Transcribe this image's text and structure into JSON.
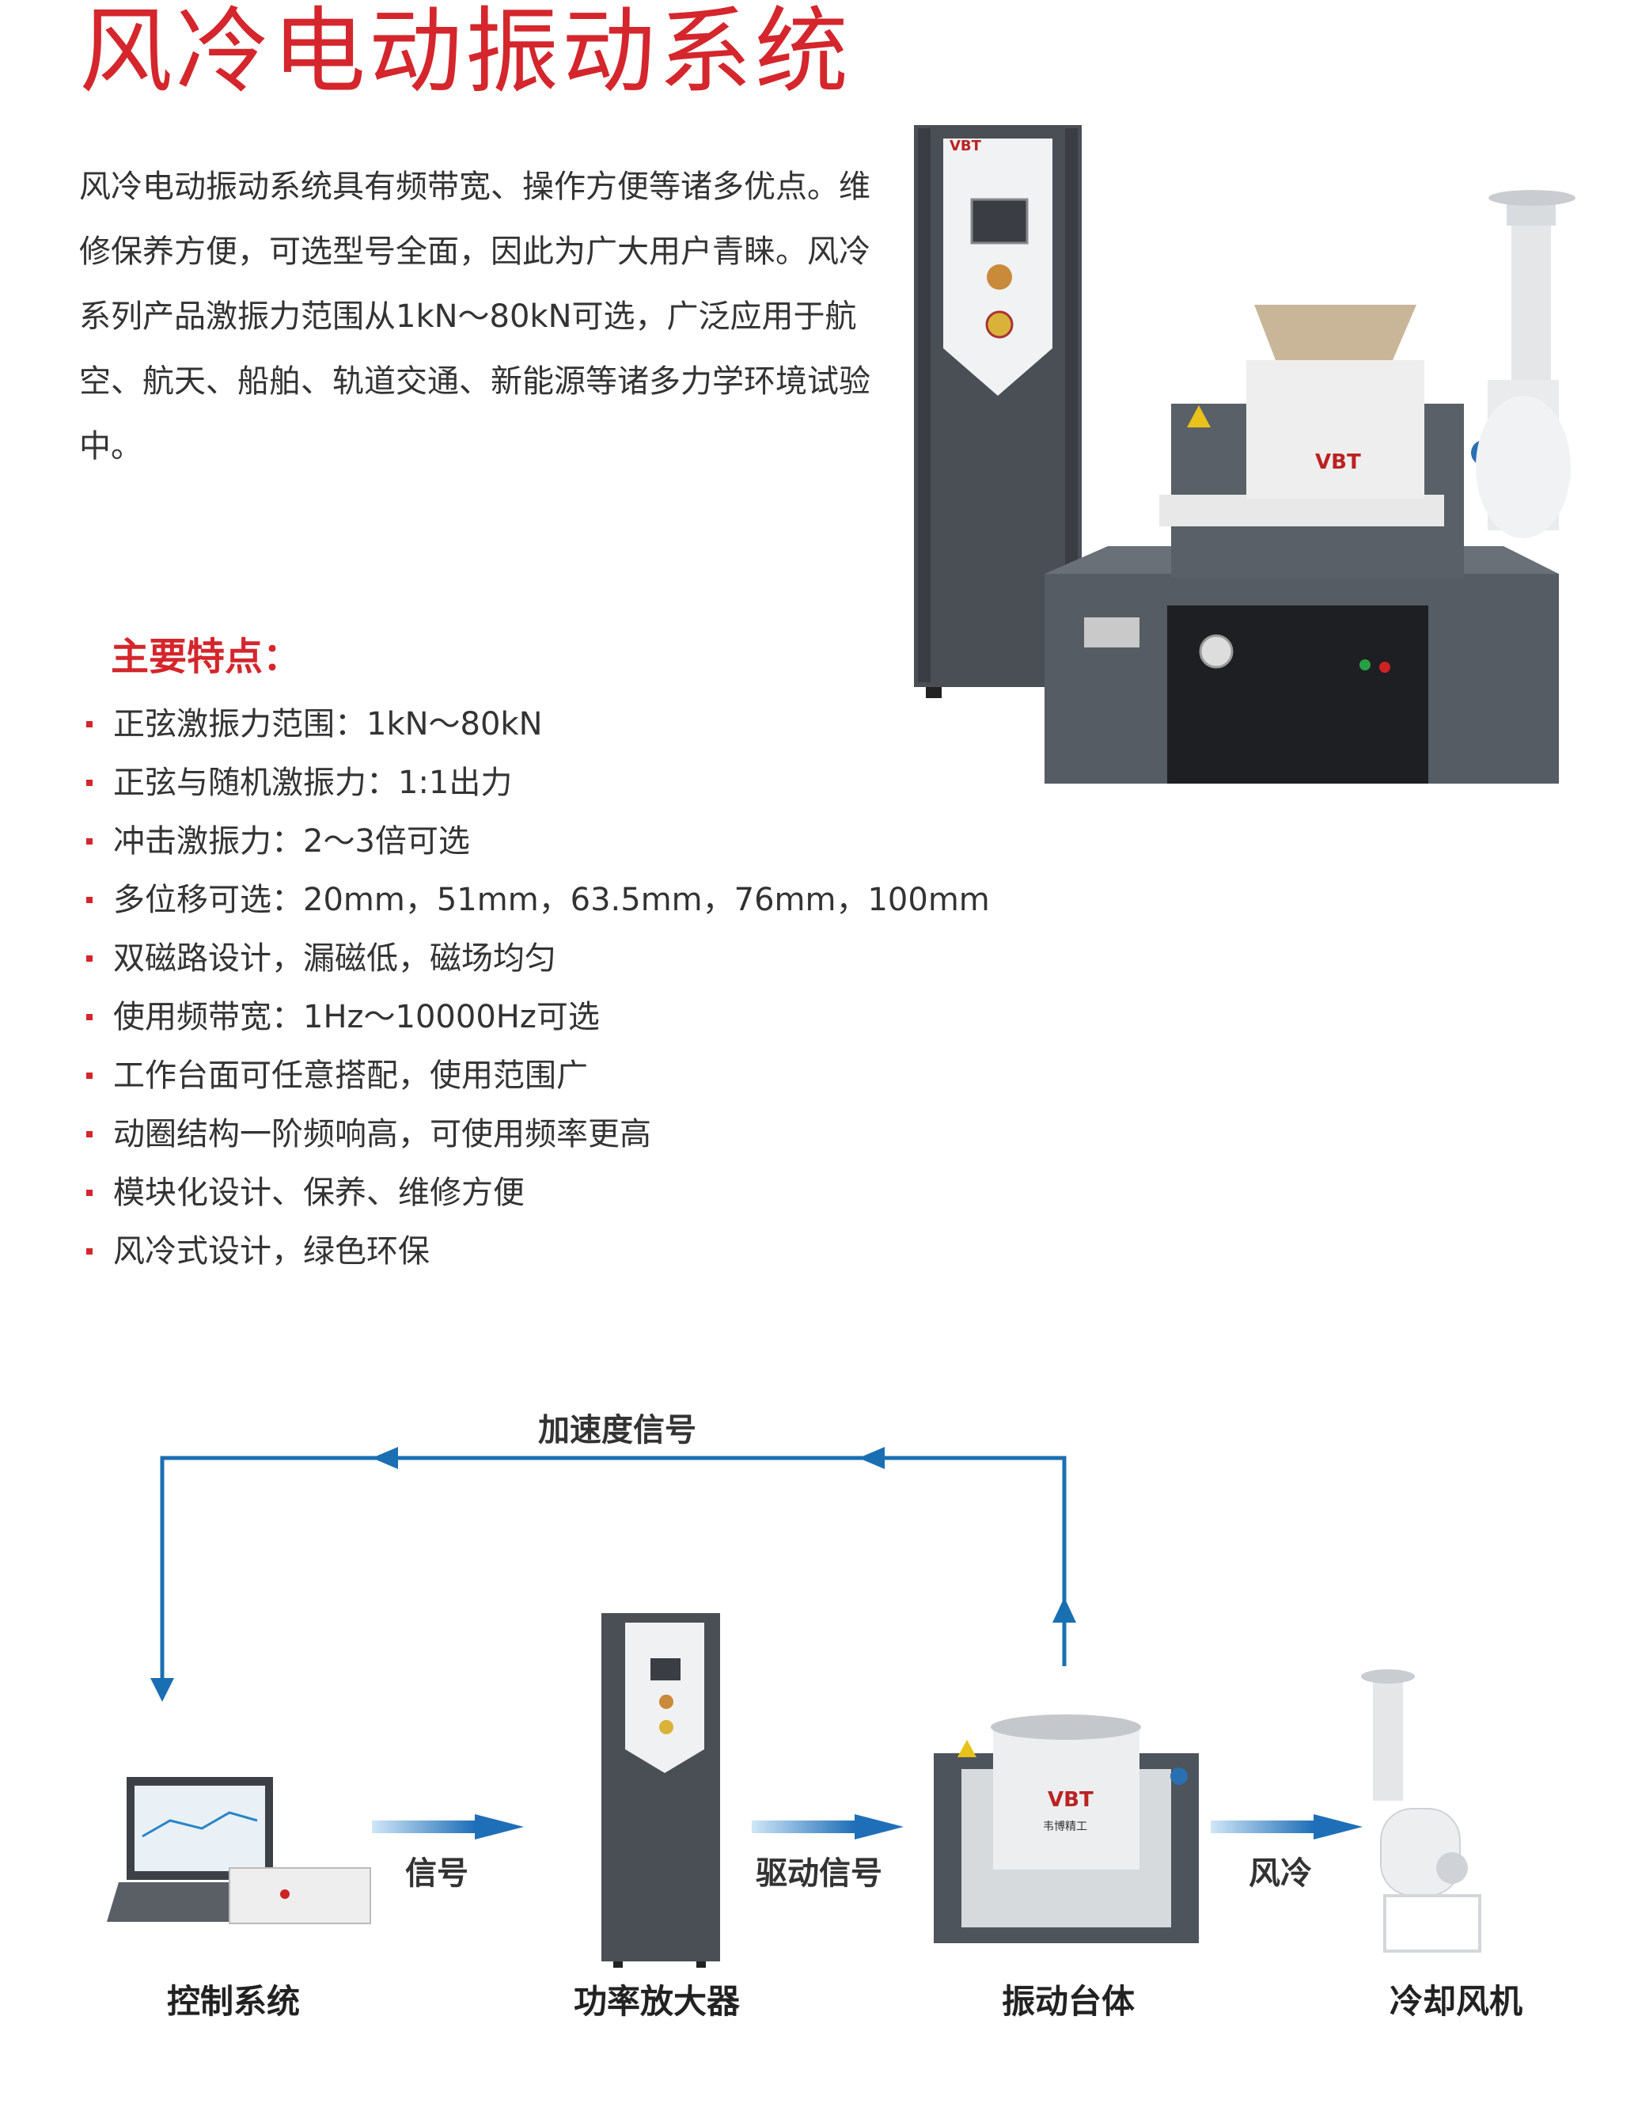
{
  "title": "风冷电动振动系统",
  "intro": "风冷电动振动系统具有频带宽、操作方便等诸多优点。维修保养方便，可选型号全面，因此为广大用户青睐。风冷系列产品激振力范围从1kN～80kN可选，广泛应用于航空、航天、船舶、轨道交通、新能源等诸多力学环境试验中。",
  "features_title": "主要特点：",
  "features": [
    "正弦激振力范围：1kN～80kN",
    "正弦与随机激振力：1:1出力",
    "冲击激振力：2～3倍可选",
    "多位移可选：20mm，51mm，63.5mm，76mm，100mm",
    "双磁路设计，漏磁低，磁场均匀",
    "使用频带宽：1Hz～10000Hz可选",
    "工作台面可任意搭配，使用范围广",
    "动圈结构一阶频响高，可使用频率更高",
    "模块化设计、保养、维修方便",
    "风冷式设计，绿色环保"
  ],
  "logo": "VBT",
  "logo_sub": "韦博精工",
  "diagram": {
    "feedback_label": "加速度信号",
    "arrow_labels": [
      "信号",
      "驱动信号",
      "风冷"
    ],
    "nodes": [
      "控制系统",
      "功率放大器",
      "振动台体",
      "冷却风机"
    ]
  },
  "colors": {
    "accent": "#d4262c",
    "feedback_line": "#1a6fb3",
    "arrow_blue": "#2a84c6",
    "machine_dark": "#4a4f56"
  }
}
